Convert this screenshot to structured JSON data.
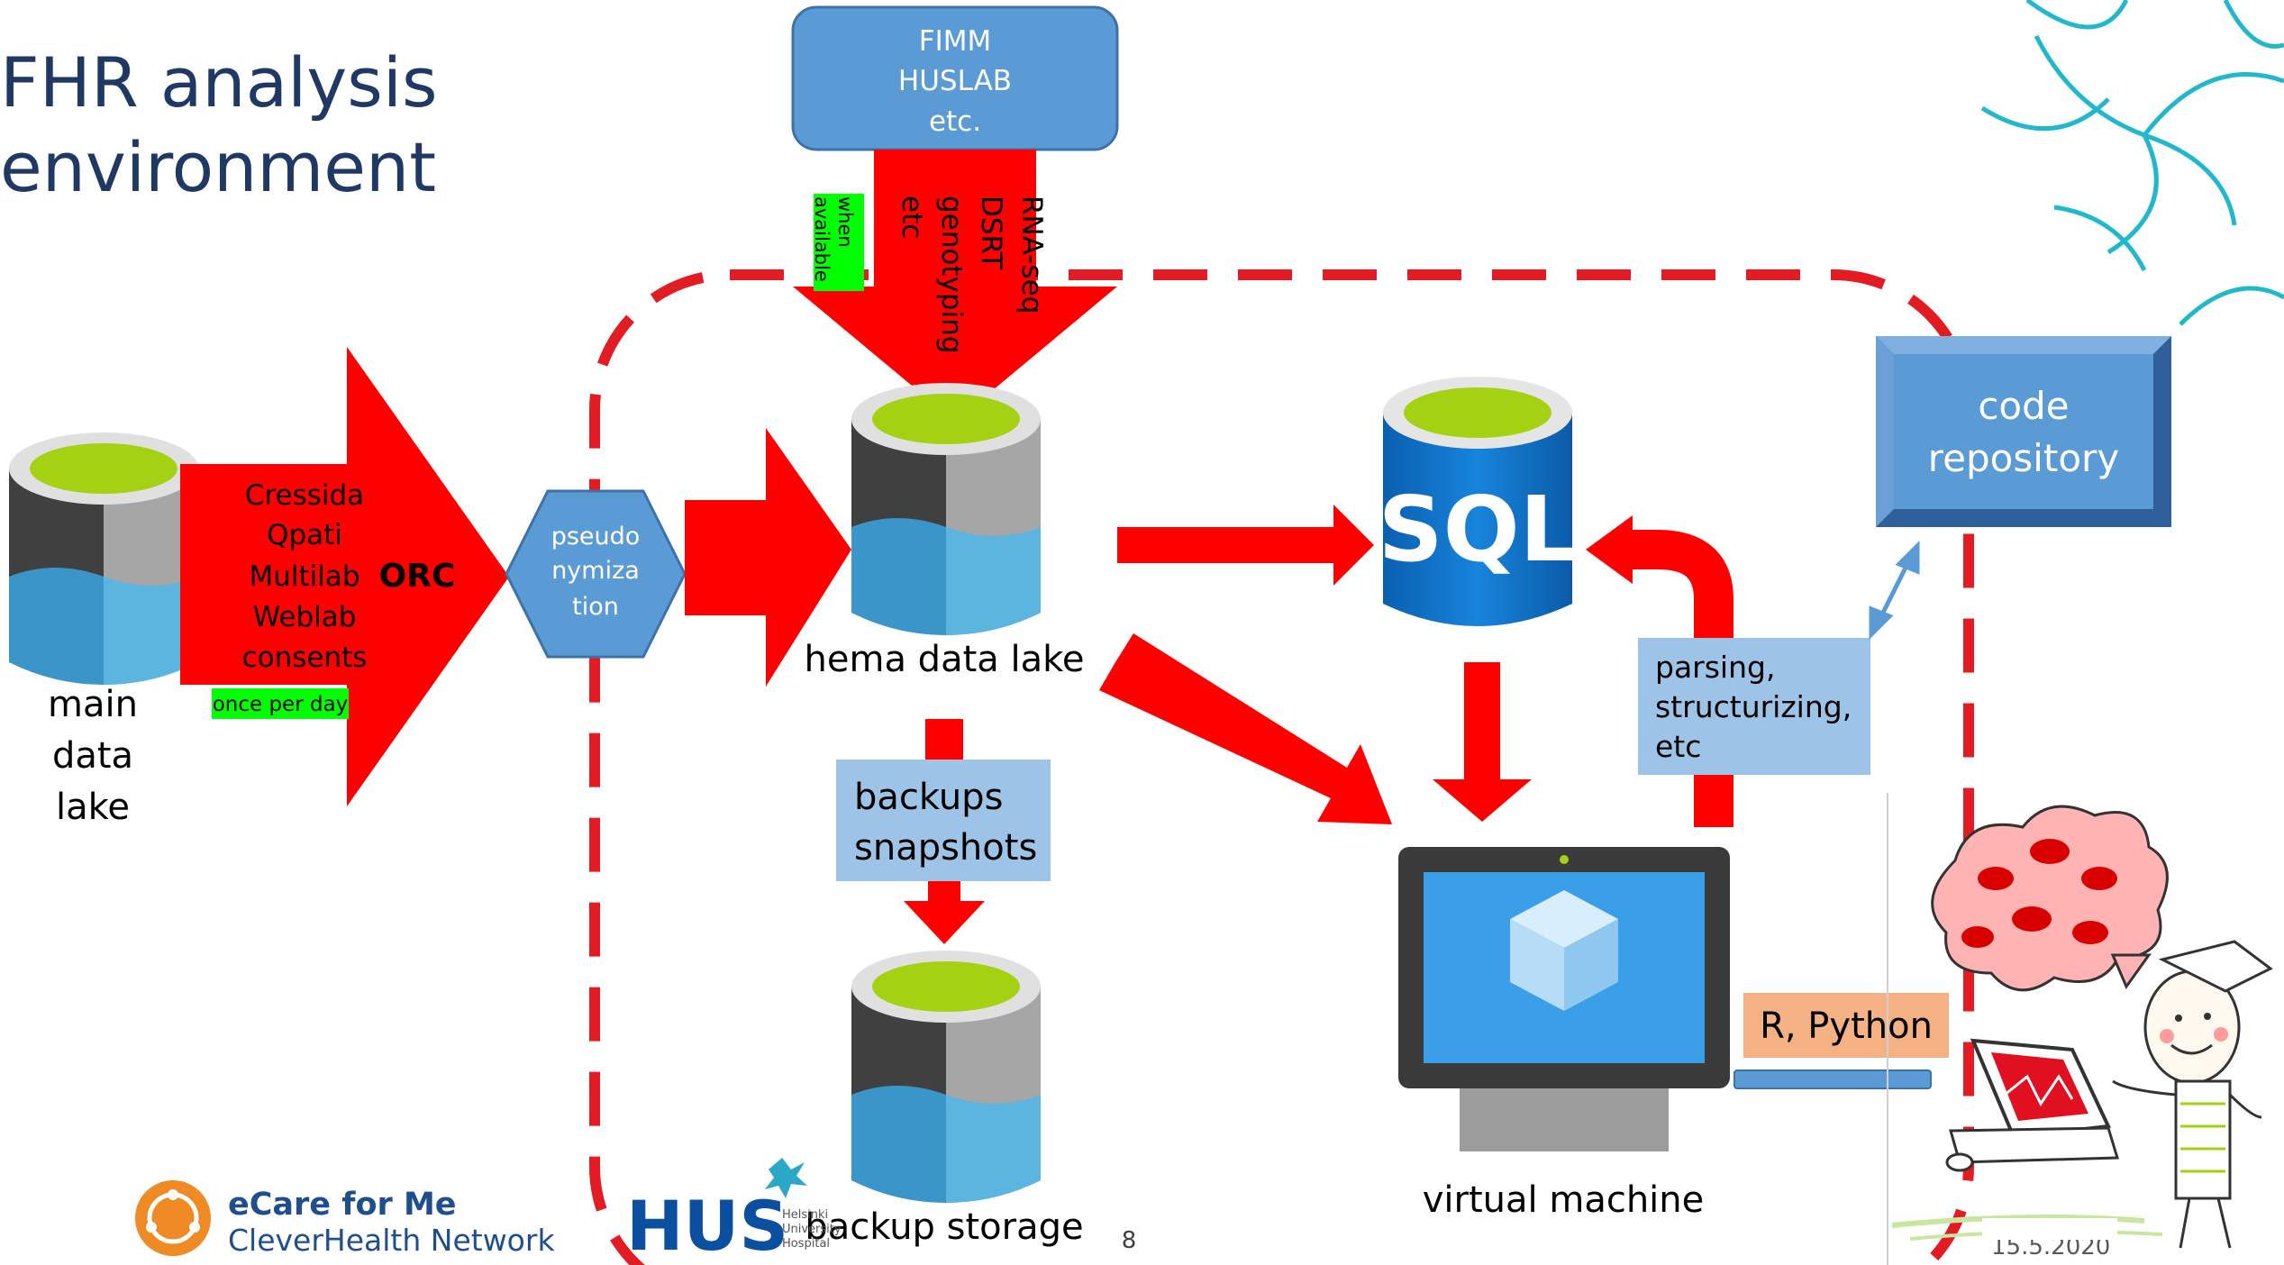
{
  "title": {
    "line1": "FHR analysis",
    "line2": "environment"
  },
  "source_box": {
    "lines": [
      "FIMM",
      "HUSLAB",
      "etc."
    ]
  },
  "vertical_arrow": {
    "lines": [
      "RNA-seq",
      "DSRT",
      "genotyping",
      "etc"
    ],
    "badge_lines": [
      "when",
      "available"
    ]
  },
  "main_lake": {
    "label_lines": [
      "main",
      "data",
      "lake"
    ]
  },
  "orc_arrow": {
    "items": [
      "Cressida",
      "Qpati",
      "Multilab",
      "Weblab",
      "consents"
    ],
    "tag": "ORC",
    "badge": "once per day"
  },
  "pseudo": {
    "lines": [
      "pseudo",
      "nymiza",
      "tion"
    ]
  },
  "hema_lake": {
    "label": "hema data lake"
  },
  "backups": {
    "lines": [
      "backups",
      "snapshots"
    ]
  },
  "backup_storage": {
    "label": "backup storage"
  },
  "sql": {
    "label": "SQL"
  },
  "parsing": {
    "lines": [
      "parsing,",
      "structurizing,",
      "etc"
    ]
  },
  "code_repo": {
    "lines": [
      "code",
      "repository"
    ]
  },
  "vm": {
    "label": "virtual machine"
  },
  "r_python": {
    "label": "R, Python"
  },
  "footer": {
    "ecare_line1": "eCare for Me",
    "ecare_line2": "CleverHealth Network",
    "hus": "HUS",
    "hus_small": [
      "Helsinki",
      "University",
      "Hospital"
    ],
    "page_number": "8",
    "date_partial": "15.5.2020"
  },
  "colors": {
    "arrow_red": "#ff0000",
    "dash_red": "#e31b23",
    "blue_box": "#5b9bd5",
    "light_blue_box": "#9dc3e6",
    "green_badge": "#00ff00",
    "orange_label": "#f4b183",
    "title_blue": "#1f3864"
  }
}
